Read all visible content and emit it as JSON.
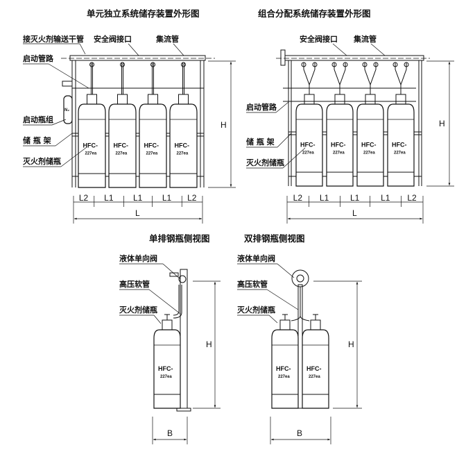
{
  "unit_view": {
    "title": "单元独立系统储存装置外形图",
    "labels": {
      "main_pipe": "接灭火剂输送干管",
      "safety_valve": "安全阀接口",
      "manifold": "集流管",
      "start_pipe": "启动管路",
      "start_bottle": "启动瓶组",
      "rack": "储 瓶 架",
      "agent_cylinder": "灭火剂储瓶"
    },
    "start_bottle_mark": "N₂",
    "dims": {
      "h": "H",
      "l": "L",
      "l1": "L1",
      "l2": "L2"
    }
  },
  "combined_view": {
    "title": "组合分配系统储存装置外形图",
    "labels": {
      "safety_valve": "安全阀接口",
      "manifold": "集流管",
      "start_pipe": "启动管路",
      "rack": "储 瓶 架",
      "agent_cylinder": "灭火剂储瓶"
    },
    "dims": {
      "h": "H",
      "l": "L",
      "l1": "L1",
      "l2": "L2"
    }
  },
  "single_side": {
    "title": "单排钢瓶侧视图",
    "labels": {
      "check_valve": "液体单向阀",
      "hose": "高压软管",
      "agent_cylinder": "灭火剂储瓶"
    },
    "dims": {
      "h": "H",
      "b": "B"
    }
  },
  "double_side": {
    "title": "双排钢瓶侧视图",
    "labels": {
      "check_valve": "液体单向阀",
      "hose": "高压软管",
      "agent_cylinder": "灭火剂储瓶"
    },
    "dims": {
      "h": "H",
      "b": "B"
    }
  },
  "cylinder_text": {
    "line1": "HFC-",
    "line2": "227ea"
  }
}
